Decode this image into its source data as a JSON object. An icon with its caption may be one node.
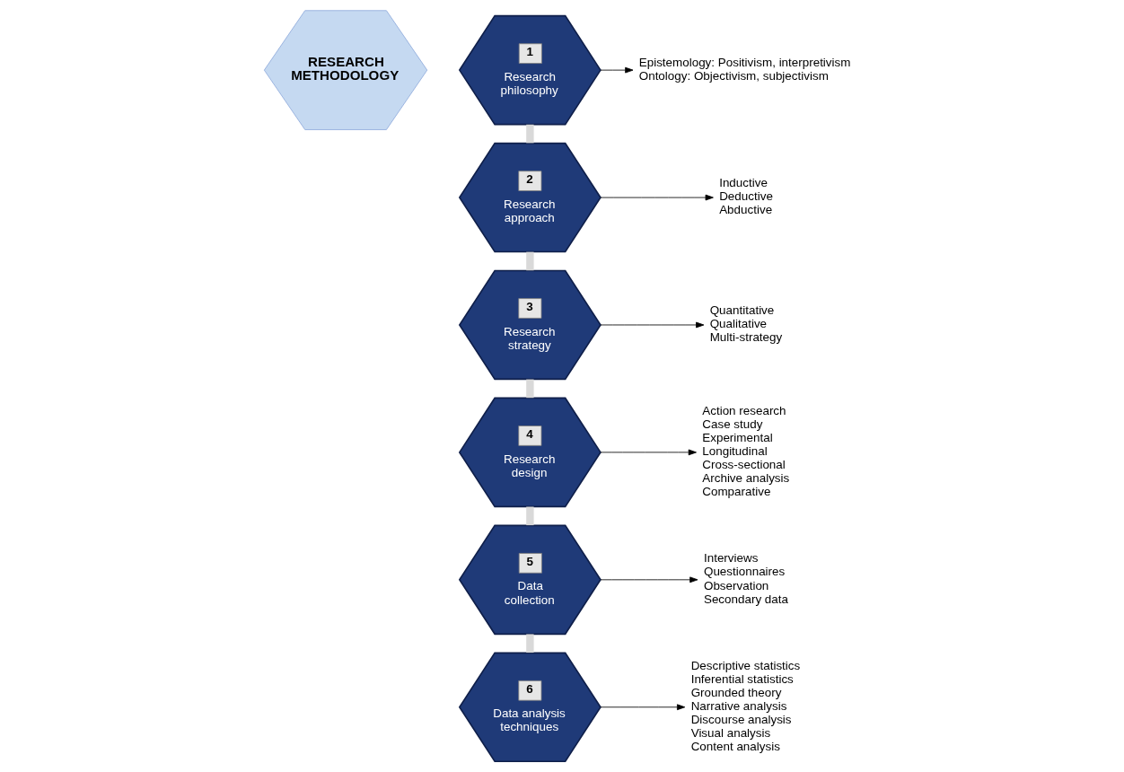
{
  "diagram": {
    "nodes": [
      {
        "text": [
          "RESEARCH METHODOLOGY"
        ]
      },
      {
        "text": [
          "1",
          "Research philosophy"
        ]
      },
      {
        "text": [
          "Epistemology: Positivism, interpretivism",
          "Ontology: Objectivism, subjectivism"
        ]
      },
      {
        "text": [
          "2",
          "Research approach"
        ]
      },
      {
        "text": [
          "Inductive",
          "Deductive",
          "Abductive"
        ]
      },
      {
        "text": [
          "3",
          "Research strategy"
        ]
      },
      {
        "text": [
          "Quantitative",
          "Qualitative",
          "Multi-strategy"
        ]
      },
      {
        "text": [
          "4",
          "Research design"
        ]
      },
      {
        "text": [
          "Action research",
          "Case study",
          "Experimental",
          "Longitudinal",
          "Cross-sectional",
          "Archive analysis",
          "Comparative"
        ]
      },
      {
        "text": [
          "5",
          "Data collection"
        ]
      },
      {
        "text": [
          "Interviews",
          "Questionnaires",
          "Observation",
          "Secondary data"
        ]
      },
      {
        "text": [
          "6",
          "Data analysis techniques"
        ]
      },
      {
        "text": [
          "Descriptive statistics",
          "Inferential statistics",
          "Grounded theory",
          "Narrative analysis",
          "Discourse analysis",
          "Visual analysis",
          "Content analysis"
        ]
      }
    ],
    "edges": [
      {
        "from": 1,
        "to": 2,
        "arrow": "to"
      },
      {
        "from": 3,
        "to": 4,
        "arrow": "to"
      },
      {
        "from": 5,
        "to": 6,
        "arrow": "to"
      },
      {
        "from": 7,
        "to": 8,
        "arrow": "to"
      },
      {
        "from": 9,
        "to": 10,
        "arrow": "to"
      },
      {
        "from": 11,
        "to": 12,
        "arrow": "to"
      },
      {
        "from": 1,
        "to": 3,
        "arrow": "none",
        "style": "thick",
        "color": "#d9d9d9"
      },
      {
        "from": 3,
        "to": 5,
        "arrow": "none",
        "style": "thick",
        "color": "#d9d9d9"
      },
      {
        "from": 5,
        "to": 7,
        "arrow": "none",
        "style": "thick",
        "color": "#d9d9d9"
      },
      {
        "from": 7,
        "to": 9,
        "arrow": "none",
        "style": "thick",
        "color": "#d9d9d9"
      },
      {
        "from": 9,
        "to": 11,
        "arrow": "none",
        "style": "thick",
        "color": "#d9d9d9"
      }
    ]
  }
}
